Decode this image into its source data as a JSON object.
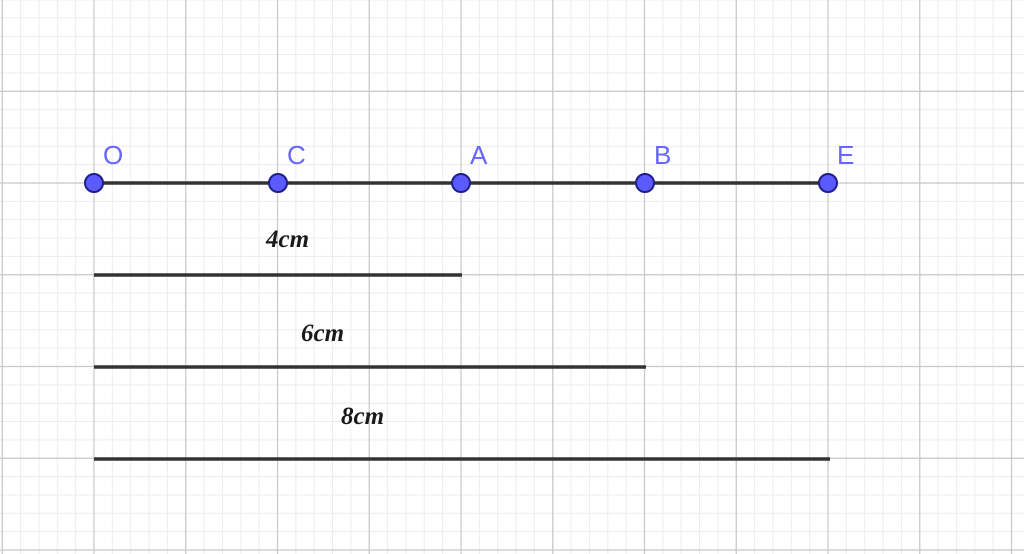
{
  "points": [
    {
      "id": "O",
      "label": "O"
    },
    {
      "id": "C",
      "label": "C"
    },
    {
      "id": "A",
      "label": "A"
    },
    {
      "id": "B",
      "label": "B"
    },
    {
      "id": "E",
      "label": "E"
    }
  ],
  "measures": [
    {
      "label": "4cm",
      "to": "A"
    },
    {
      "label": "6cm",
      "to": "B"
    },
    {
      "label": "8cm",
      "to": "E"
    }
  ],
  "colors": {
    "point_fill": "#5a5aff",
    "point_label": "#6666ff",
    "segment": "#333333",
    "grid_major": "#c8c8c8",
    "grid_minor": "#ececec"
  }
}
